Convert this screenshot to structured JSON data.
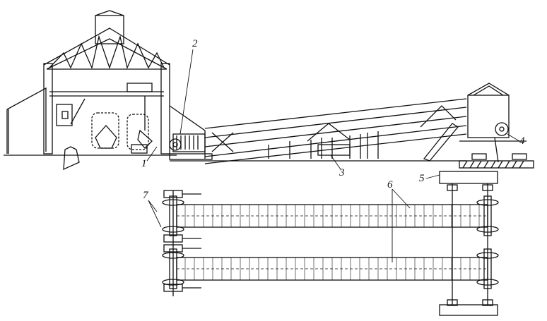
{
  "diagram": {
    "labels": {
      "l1": "1",
      "l2": "2",
      "l3": "3",
      "l4": "4",
      "l5": "5",
      "l6": "6",
      "l7": "7"
    },
    "colors": {
      "line": "#111111",
      "background": "#ffffff"
    }
  }
}
